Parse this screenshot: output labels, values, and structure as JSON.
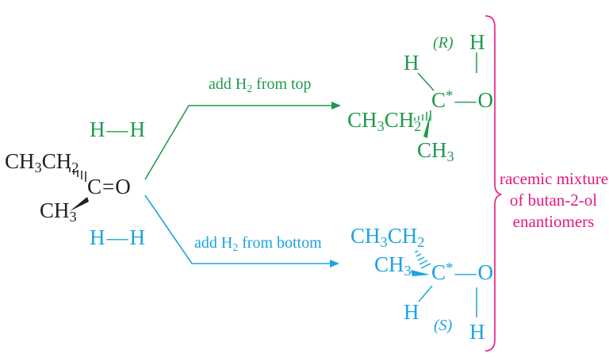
{
  "colors": {
    "reactant": "#231f20",
    "top_path": "#1f9a4c",
    "bottom_path": "#1ba3e3",
    "product_label": "#e4197c"
  },
  "reactant": {
    "ethyl": "CH",
    "ethyl_sub1": "3",
    "ethyl_mid": "CH",
    "ethyl_sub2": "2",
    "carbon": "C",
    "double_bond": "=",
    "oxygen": "O",
    "methyl": "CH",
    "methyl_sub": "3"
  },
  "h2_top": {
    "h1": "H",
    "bond": "—",
    "h2": "H"
  },
  "h2_bottom": {
    "h1": "H",
    "bond": "—",
    "h2": "H"
  },
  "arrow_top": {
    "label_pre": "add H",
    "label_sub": "2",
    "label_post": " from top"
  },
  "arrow_bottom": {
    "label_pre": "add H",
    "label_sub": "2",
    "label_post": " from bottom"
  },
  "product_r": {
    "config": "(R)",
    "config_letter": "R",
    "h_top": "H",
    "oh_h": "H",
    "ethyl": "CH",
    "ethyl_sub1": "3",
    "ethyl_mid": "CH",
    "ethyl_sub2": "2",
    "carbon": "C",
    "star": "*",
    "bond": "—",
    "oxygen": "O",
    "methyl": "CH",
    "methyl_sub": "3"
  },
  "product_s": {
    "config_letter": "S",
    "ethyl": "CH",
    "ethyl_sub1": "3",
    "ethyl_mid": "CH",
    "ethyl_sub2": "2",
    "methyl": "CH",
    "methyl_sub": "3",
    "carbon": "C",
    "star": "*",
    "bond": "—",
    "oxygen": "O",
    "h_bottom": "H",
    "oh_h": "H"
  },
  "result_label": {
    "line1": "racemic mixture",
    "line2": "of butan-2-ol",
    "line3": "enantiomers"
  }
}
